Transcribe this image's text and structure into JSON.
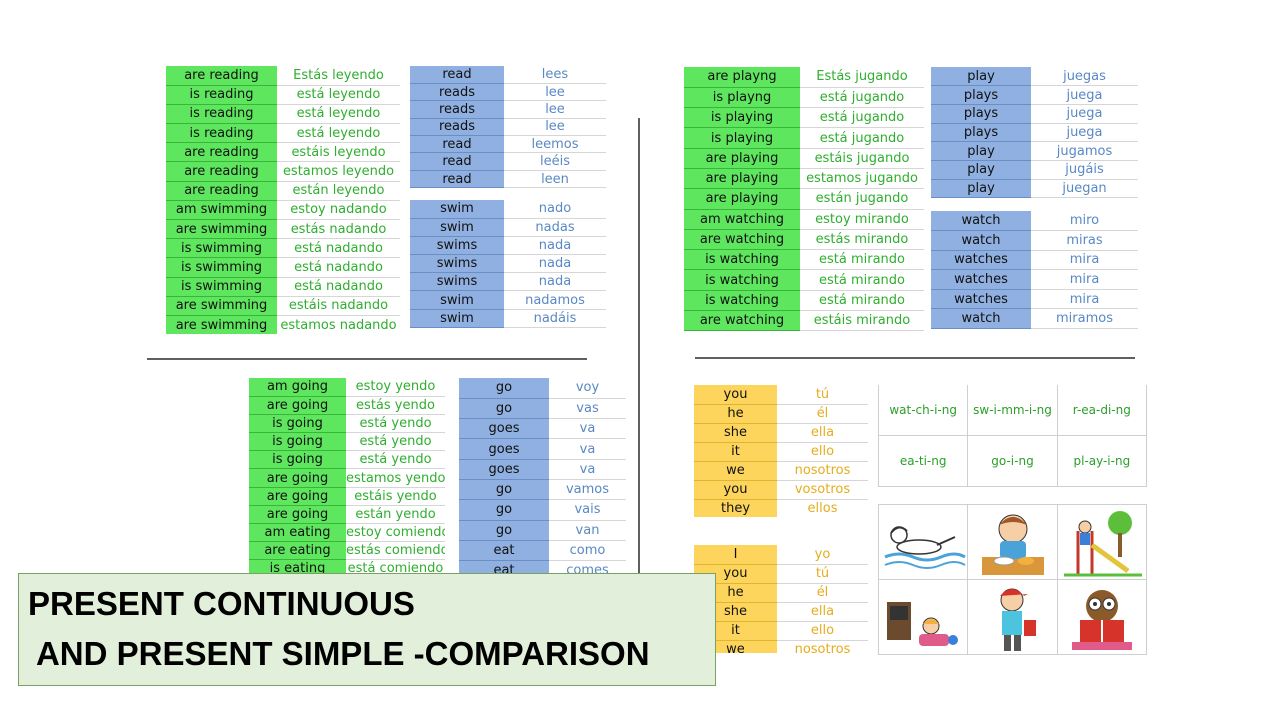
{
  "quadrant_top_left": {
    "continuous": [
      [
        "are reading",
        "Estás leyendo"
      ],
      [
        "is reading",
        "está leyendo"
      ],
      [
        "is reading",
        "está leyendo"
      ],
      [
        "is reading",
        "está leyendo"
      ],
      [
        "are reading",
        "estáis leyendo"
      ],
      [
        "are reading",
        "estamos leyendo"
      ],
      [
        "are reading",
        "están leyendo"
      ],
      [
        "am swimming",
        "estoy nadando"
      ],
      [
        "are swimming",
        "estás nadando"
      ],
      [
        "is swimming",
        "está nadando"
      ],
      [
        "is swimming",
        "está nadando"
      ],
      [
        "is swimming",
        "está nadando"
      ],
      [
        "are swimming",
        "estáis nadando"
      ],
      [
        "are swimming",
        "estamos nadando"
      ]
    ],
    "simple_read": [
      [
        "read",
        "lees"
      ],
      [
        "reads",
        "lee"
      ],
      [
        "reads",
        "lee"
      ],
      [
        "reads",
        "lee"
      ],
      [
        "read",
        "leemos"
      ],
      [
        "read",
        "leéis"
      ],
      [
        "read",
        "leen"
      ]
    ],
    "simple_swim": [
      [
        "swim",
        "nado"
      ],
      [
        "swim",
        "nadas"
      ],
      [
        "swims",
        "nada"
      ],
      [
        "swims",
        "nada"
      ],
      [
        "swims",
        "nada"
      ],
      [
        "swim",
        "nadamos"
      ],
      [
        "swim",
        "nadáis"
      ]
    ]
  },
  "quadrant_top_right": {
    "continuous": [
      [
        "are playng",
        "Estás jugando"
      ],
      [
        "is playng",
        "está jugando"
      ],
      [
        "is playing",
        "está jugando"
      ],
      [
        "is playing",
        "está jugando"
      ],
      [
        "are playing",
        "estáis jugando"
      ],
      [
        "are playing",
        "estamos jugando"
      ],
      [
        "are playing",
        "están jugando"
      ],
      [
        "am watching",
        "estoy mirando"
      ],
      [
        "are watching",
        "estás mirando"
      ],
      [
        "is watching",
        "está mirando"
      ],
      [
        "is watching",
        "está mirando"
      ],
      [
        "is watching",
        "está mirando"
      ],
      [
        "are watching",
        "estáis mirando"
      ]
    ],
    "simple_play": [
      [
        "play",
        "juegas"
      ],
      [
        "plays",
        "juega"
      ],
      [
        "plays",
        "juega"
      ],
      [
        "plays",
        "juega"
      ],
      [
        "play",
        "jugamos"
      ],
      [
        "play",
        "jugáis"
      ],
      [
        "play",
        "juegan"
      ]
    ],
    "simple_watch": [
      [
        "watch",
        "miro"
      ],
      [
        "watch",
        "miras"
      ],
      [
        "watches",
        "mira"
      ],
      [
        "watches",
        "mira"
      ],
      [
        "watches",
        "mira"
      ],
      [
        "watch",
        "miramos"
      ]
    ]
  },
  "quadrant_bottom_left": {
    "continuous": [
      [
        "am going",
        "estoy yendo"
      ],
      [
        "are going",
        "estás yendo"
      ],
      [
        "is going",
        "está yendo"
      ],
      [
        "is going",
        "está yendo"
      ],
      [
        "is going",
        "está yendo"
      ],
      [
        "are going",
        "estamos yendo"
      ],
      [
        "are going",
        "estáis yendo"
      ],
      [
        "are going",
        "están yendo"
      ],
      [
        "am eating",
        "estoy comiendo"
      ],
      [
        "are eating",
        "estás comiendo"
      ],
      [
        "is eating",
        "está comiendo"
      ]
    ],
    "simple": [
      [
        "go",
        "voy"
      ],
      [
        "go",
        "vas"
      ],
      [
        "goes",
        "va"
      ],
      [
        "goes",
        "va"
      ],
      [
        "goes",
        "va"
      ],
      [
        "go",
        "vamos"
      ],
      [
        "go",
        "vais"
      ],
      [
        "go",
        "van"
      ],
      [
        "eat",
        "como"
      ],
      [
        "eat",
        "comes"
      ]
    ]
  },
  "quadrant_bottom_right": {
    "pronouns_1": [
      [
        "you",
        "tú"
      ],
      [
        "he",
        "él"
      ],
      [
        "she",
        "ella"
      ],
      [
        "it",
        "ello"
      ],
      [
        "we",
        "nosotros"
      ],
      [
        "you",
        "vosotros"
      ],
      [
        "they",
        "ellos"
      ]
    ],
    "pronouns_2": [
      [
        "I",
        "yo"
      ],
      [
        "you",
        "tú"
      ],
      [
        "he",
        "él"
      ],
      [
        "she",
        "ella"
      ],
      [
        "it",
        "ello"
      ],
      [
        "we",
        "nosotros"
      ]
    ],
    "syllables": [
      "wat-ch-i-ng",
      "sw-i-mm-i-ng",
      "r-ea-di-ng",
      "ea-ti-ng",
      "go-i-ng",
      "pl-ay-i-ng"
    ]
  },
  "title": {
    "line1": "PRESENT CONTINUOUS",
    "line2": " AND PRESENT SIMPLE -COMPARISON"
  }
}
